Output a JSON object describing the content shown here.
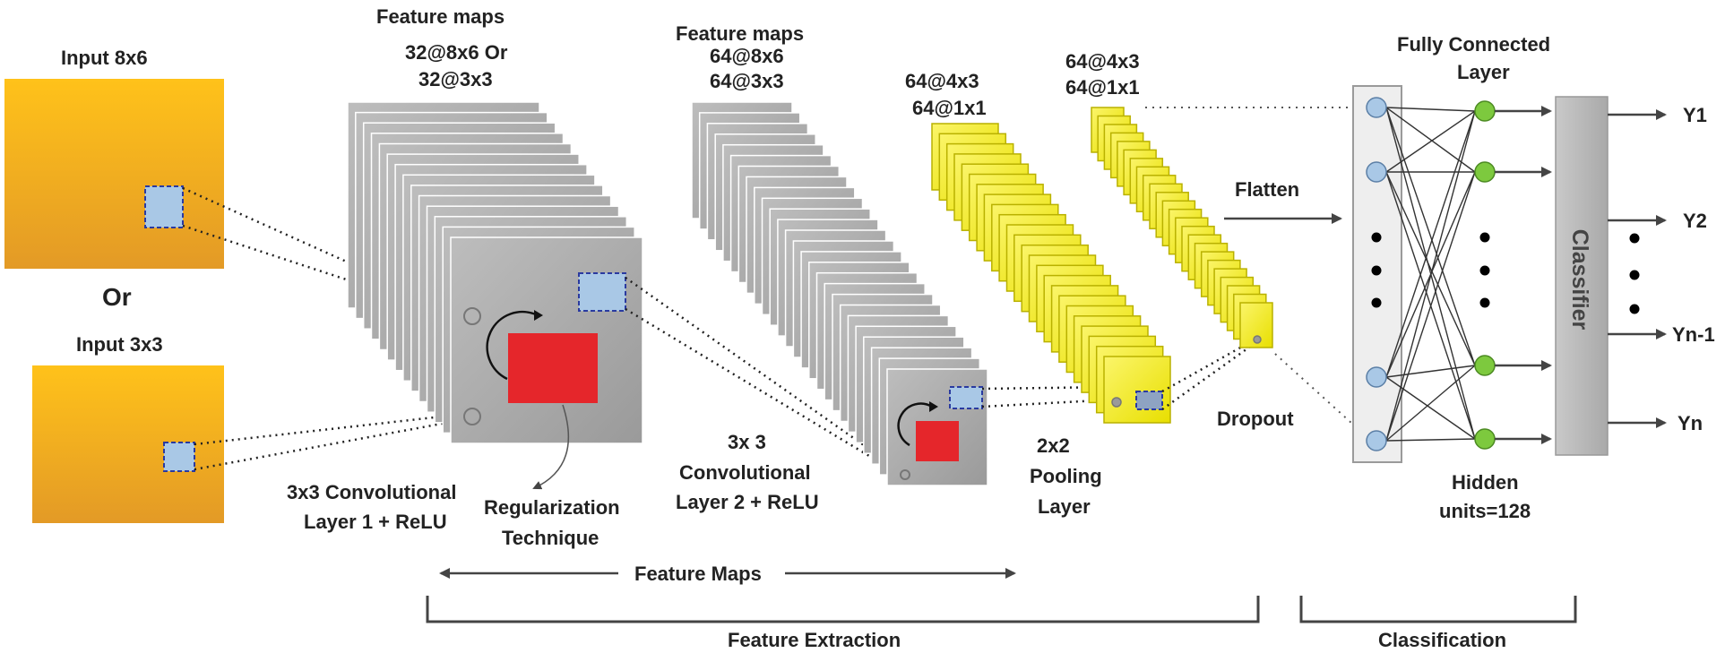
{
  "labels": {
    "input_a": "Input 8x6",
    "or": "Or",
    "input_b": "Input 3x3",
    "fm1_title": "Feature maps",
    "fm1_line1": "32@8x6 Or",
    "fm1_line2": "32@3x3",
    "conv1_line1": "3x3 Convolutional",
    "conv1_line2": "Layer 1 + ReLU",
    "reg_line1": "Regularization",
    "reg_line2": "Technique",
    "fm2_title": "Feature maps",
    "fm2_line1": "64@8x6",
    "fm2_line2": "64@3x3",
    "conv2_line1": "3x 3",
    "conv2_line2": "Convolutional",
    "conv2_line3": "Layer 2 + ReLU",
    "pool_dims1": "64@4x3",
    "pool_dims2": "64@1x1",
    "pool_line1": "2x2",
    "pool_line2": "Pooling",
    "pool_line3": "Layer",
    "drop_dims1": "64@4x3",
    "drop_dims2": "64@1x1",
    "dropout": "Dropout",
    "flatten": "Flatten",
    "fc_line1": "Fully Connected",
    "fc_line2": "Layer",
    "hidden_line1": "Hidden",
    "hidden_line2": "units=128",
    "classifier": "Classifier",
    "outputs": [
      "Y1",
      "Y2",
      "Yn-1",
      "Yn"
    ],
    "feature_maps_arrow": "Feature Maps",
    "feature_extraction": "Feature Extraction",
    "classification": "Classification"
  },
  "colors": {
    "input_fill": "#f2a81c",
    "gray_map": "#a8a8a8",
    "yellow_map": "#f5ef1a",
    "kernel_red": "#e5262b",
    "kernel_blue": "#a9c8e6",
    "neuron_blue": "#a9c8e6",
    "neuron_green": "#7dc93e",
    "classifier_fill": "#b9b9b9"
  }
}
